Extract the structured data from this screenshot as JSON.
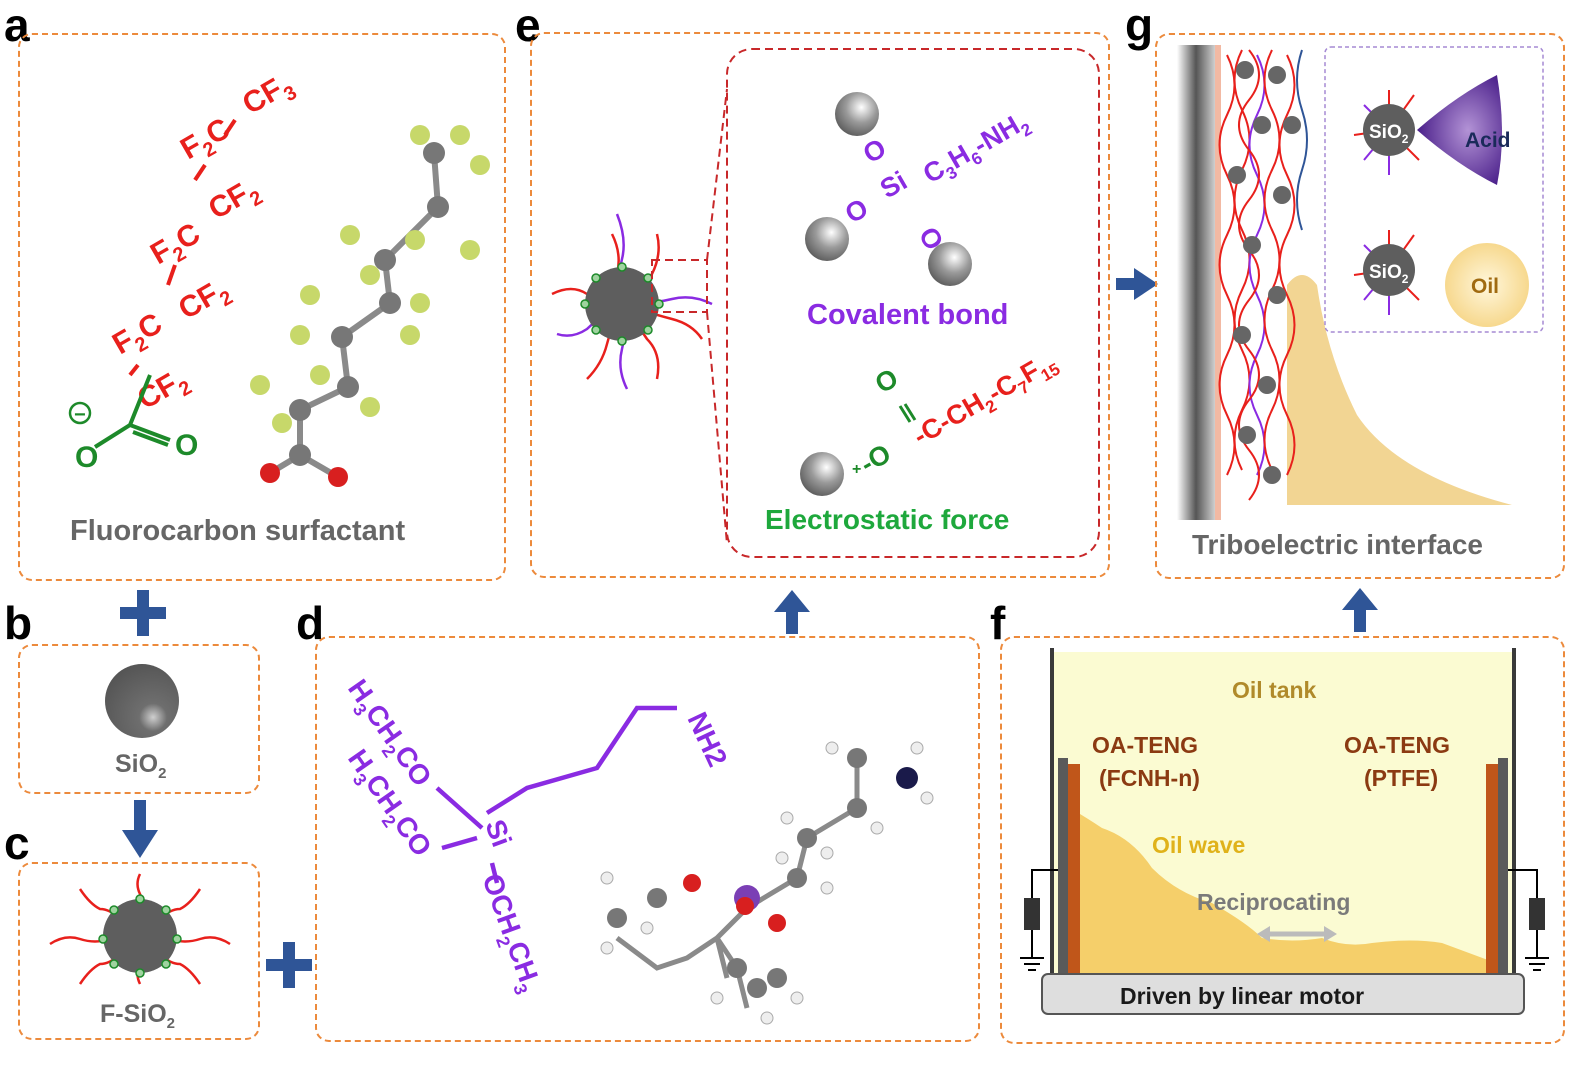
{
  "panels": {
    "a": {
      "label": "a",
      "caption": "Fluorocarbon surfactant",
      "formula": {
        "cf3": "CF",
        "cf3_sub": "3",
        "f2": "F",
        "f2_sub": "2",
        "c": "C",
        "cf2": "CF",
        "cf2_sub": "2",
        "o": "O",
        "minus": "−"
      }
    },
    "b": {
      "label": "b",
      "caption_main": "SiO",
      "caption_sub": "2"
    },
    "c": {
      "label": "c",
      "caption_main": "F-SiO",
      "caption_sub": "2"
    },
    "d": {
      "label": "d",
      "formula": {
        "nh2": "NH2",
        "ethoxy1_pre": "H",
        "ethoxy1_sub1": "3",
        "ethoxy1_mid": "CH",
        "ethoxy1_sub2": "2",
        "ethoxy1_post": "CO",
        "si": "Si",
        "och2ch3_pre": "OCH",
        "och2ch3_sub1": "2",
        "och2ch3_mid": "CH",
        "och2ch3_sub2": "3"
      }
    },
    "e": {
      "label": "e",
      "covalent": "Covalent bond",
      "electrostatic": "Electrostatic force",
      "formula1": {
        "o": "O",
        "si": "Si",
        "c3h6": "C",
        "c3h6_sub1": "3",
        "h6": "H",
        "h6_sub": "6",
        "nh": "NH",
        "nh_sub": "2"
      },
      "formula2": {
        "o": "O",
        "c": "C",
        "ch": "CH",
        "ch_sub": "2",
        "c7": "C",
        "c7_sub": "7",
        "f15": "F",
        "f15_sub": "15",
        "plus": "+"
      }
    },
    "f": {
      "label": "f",
      "oil_tank": "Oil tank",
      "teng_left_1": "OA-TENG",
      "teng_left_2": "(FCNH-n)",
      "teng_right_1": "OA-TENG",
      "teng_right_2": "(PTFE)",
      "oil_wave": "Oil wave",
      "reciprocating": "Reciprocating",
      "motor": "Driven by linear motor"
    },
    "g": {
      "label": "g",
      "caption": "Triboelectric interface",
      "sio2_main": "SiO",
      "sio2_sub": "2",
      "acid": "Acid",
      "oil": "Oil"
    }
  },
  "colors": {
    "dash_border": "#ec8a3c",
    "arrow_blue": "#2f5597",
    "fluoro_red": "#e8201c",
    "carboxyl_green": "#1d8a2a",
    "silane_purple": "#8a2be2",
    "oil_yellow": "#f5cf6a"
  }
}
